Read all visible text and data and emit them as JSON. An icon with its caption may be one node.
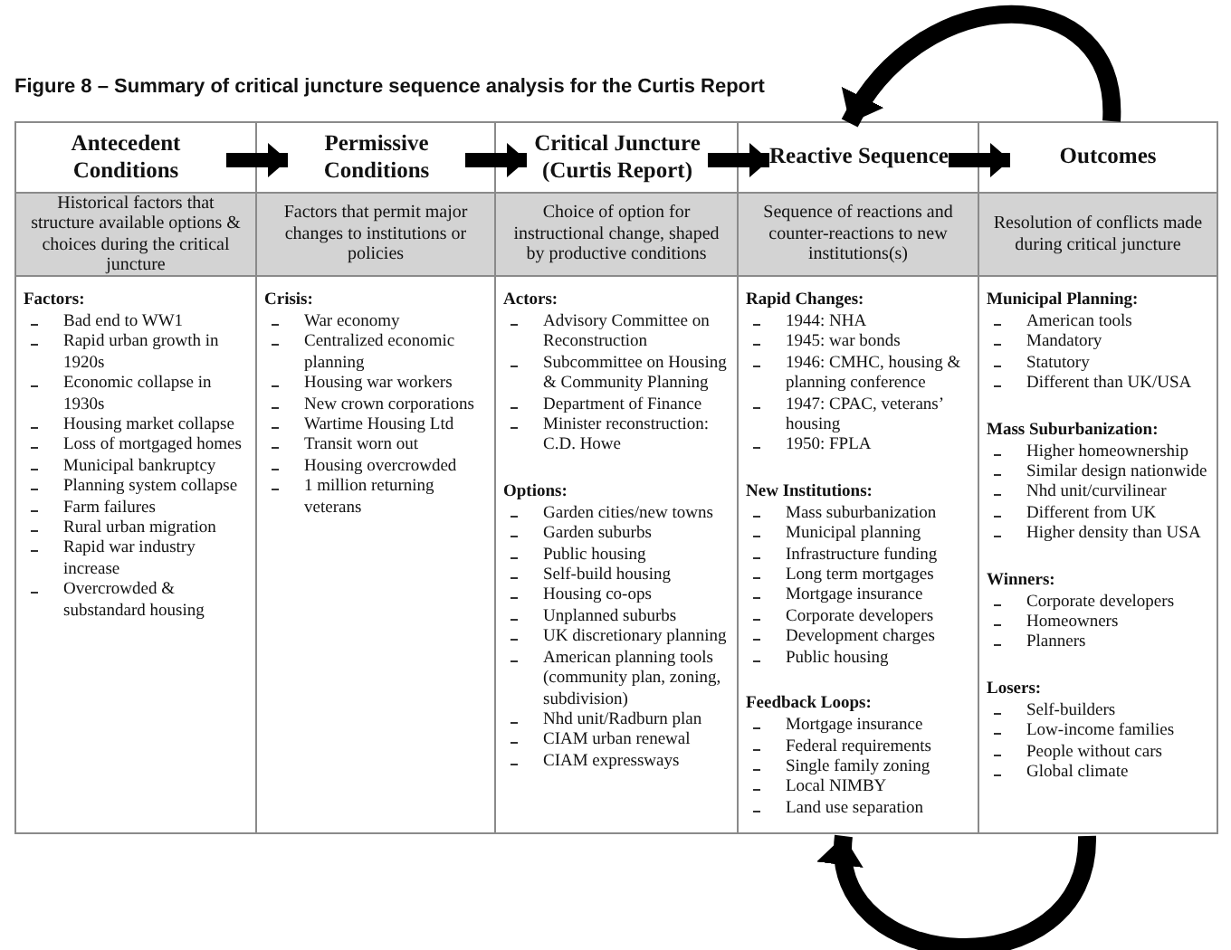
{
  "diagram": {
    "title": "Figure 8 – Summary of critical juncture sequence analysis for the Curtis Report",
    "nodes": [
      {
        "text": [
          "Antecedent Conditions"
        ]
      },
      {
        "text": [
          "Permissive Conditions"
        ]
      },
      {
        "text": [
          "Critical Juncture (Curtis Report)"
        ]
      },
      {
        "text": [
          "Reactive Sequence"
        ]
      },
      {
        "text": [
          "Outcomes"
        ]
      },
      {
        "text": [
          "Historical factors that structure available options & choices during the critical juncture"
        ]
      },
      {
        "text": [
          "Factors that permit major changes to institutions or policies"
        ]
      },
      {
        "text": [
          "Choice of option for instructional change, shaped by productive conditions"
        ]
      },
      {
        "text": [
          "Sequence of reactions and counter-reactions to new institutions(s)"
        ]
      },
      {
        "text": [
          "Resolution of conflicts made during critical juncture"
        ]
      },
      {
        "text": [],
        "shape": "box"
      },
      {
        "text": [],
        "shape": "box"
      },
      {
        "text": [],
        "shape": "box"
      },
      {
        "text": [],
        "shape": "box"
      },
      {
        "text": [],
        "shape": "box"
      },
      {
        "text": [
          "Factors:",
          "Bad end to WW1",
          "Rapid urban growth in 1920s",
          "Economic collapse in 1930s",
          "Housing market collapse",
          "Loss of mortgaged homes",
          "Municipal bankruptcy",
          "Planning system collapse",
          "Farm failures",
          "Rural urban migration",
          "Rapid war industry increase",
          "Overcrowded & substandard housing"
        ],
        "in": 10
      },
      {
        "text": [
          "Crisis:",
          "War economy",
          "Centralized economic planning",
          "Housing war workers",
          "New crown corporations",
          "Wartime Housing Ltd",
          "Transit worn out",
          "Housing overcrowded",
          "1 million returning veterans"
        ],
        "in": 11
      },
      {
        "text": [
          "Actors:",
          "Advisory Committee on Reconstruction",
          "Subcommittee on Housing & Community Planning",
          "Department of Finance",
          "Minister reconstruction: C.D. Howe"
        ],
        "in": 12
      },
      {
        "text": [
          "Options:",
          "Garden cities/new towns",
          "Garden suburbs",
          "Public housing",
          "Self-build housing",
          "Housing co-ops",
          "Unplanned suburbs",
          "UK discretionary planning",
          "American planning tools (community plan, zoning, subdivision)",
          "Nhd unit/Radburn plan",
          "CIAM urban renewal",
          "CIAM expressways"
        ],
        "in": 12
      },
      {
        "text": [
          "Rapid Changes:",
          "1944: NHA",
          "1945: war bonds",
          "1946: CMHC, housing & planning conference",
          "1947: CPAC, veterans’ housing",
          "1950: FPLA"
        ],
        "in": 13
      },
      {
        "text": [
          "New Institutions:",
          "Mass suburbanization",
          "Municipal planning",
          "Infrastructure funding",
          "Long term mortgages",
          "Mortgage insurance",
          "Corporate developers",
          "Development charges",
          "Public housing"
        ],
        "in": 13
      },
      {
        "text": [
          "Feedback Loops:",
          "Mortgage insurance",
          "Federal requirements",
          "Single family zoning",
          "Local NIMBY",
          "Land use separation"
        ],
        "in": 13
      },
      {
        "text": [
          "Municipal Planning:",
          "American tools",
          "Mandatory",
          "Statutory",
          "Different than UK/USA"
        ],
        "in": 14
      },
      {
        "text": [
          "Mass Suburbanization:",
          "Higher homeownership",
          "Similar design nationwide",
          "Nhd unit/curvilinear",
          "Different from UK",
          "Higher density than USA"
        ],
        "in": 14
      },
      {
        "text": [
          "Winners:",
          "Corporate developers",
          "Homeowners",
          "Planners"
        ],
        "in": 14
      },
      {
        "text": [
          "Losers:",
          "Self-builders",
          "Low-income families",
          "People without cars",
          "Global climate"
        ],
        "in": 14
      }
    ],
    "edges": [
      {
        "from": 0,
        "to": 1,
        "arrow": "to"
      },
      {
        "from": 1,
        "to": 2,
        "arrow": "to"
      },
      {
        "from": 2,
        "to": 3,
        "arrow": "to"
      },
      {
        "from": 3,
        "to": 4,
        "arrow": "to"
      },
      {
        "from": 4,
        "to": 3,
        "arrow": "to"
      },
      {
        "from": 14,
        "to": 13,
        "arrow": "to"
      }
    ]
  }
}
